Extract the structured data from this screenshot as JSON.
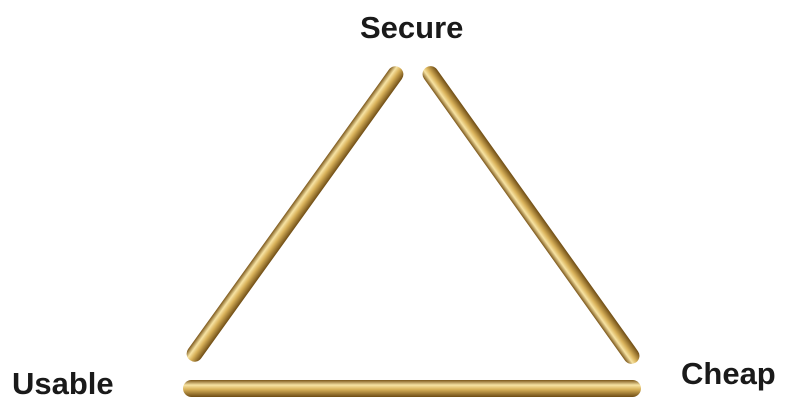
{
  "labels": {
    "top": "Secure",
    "bottom_left": "Usable",
    "bottom_right": "Cheap"
  },
  "colors": {
    "background": "#ffffff",
    "rod_light": "#f7e3a3",
    "rod_mid": "#d4a94e",
    "rod_dark": "#8a6520",
    "label_text": "#1a1a1a"
  }
}
